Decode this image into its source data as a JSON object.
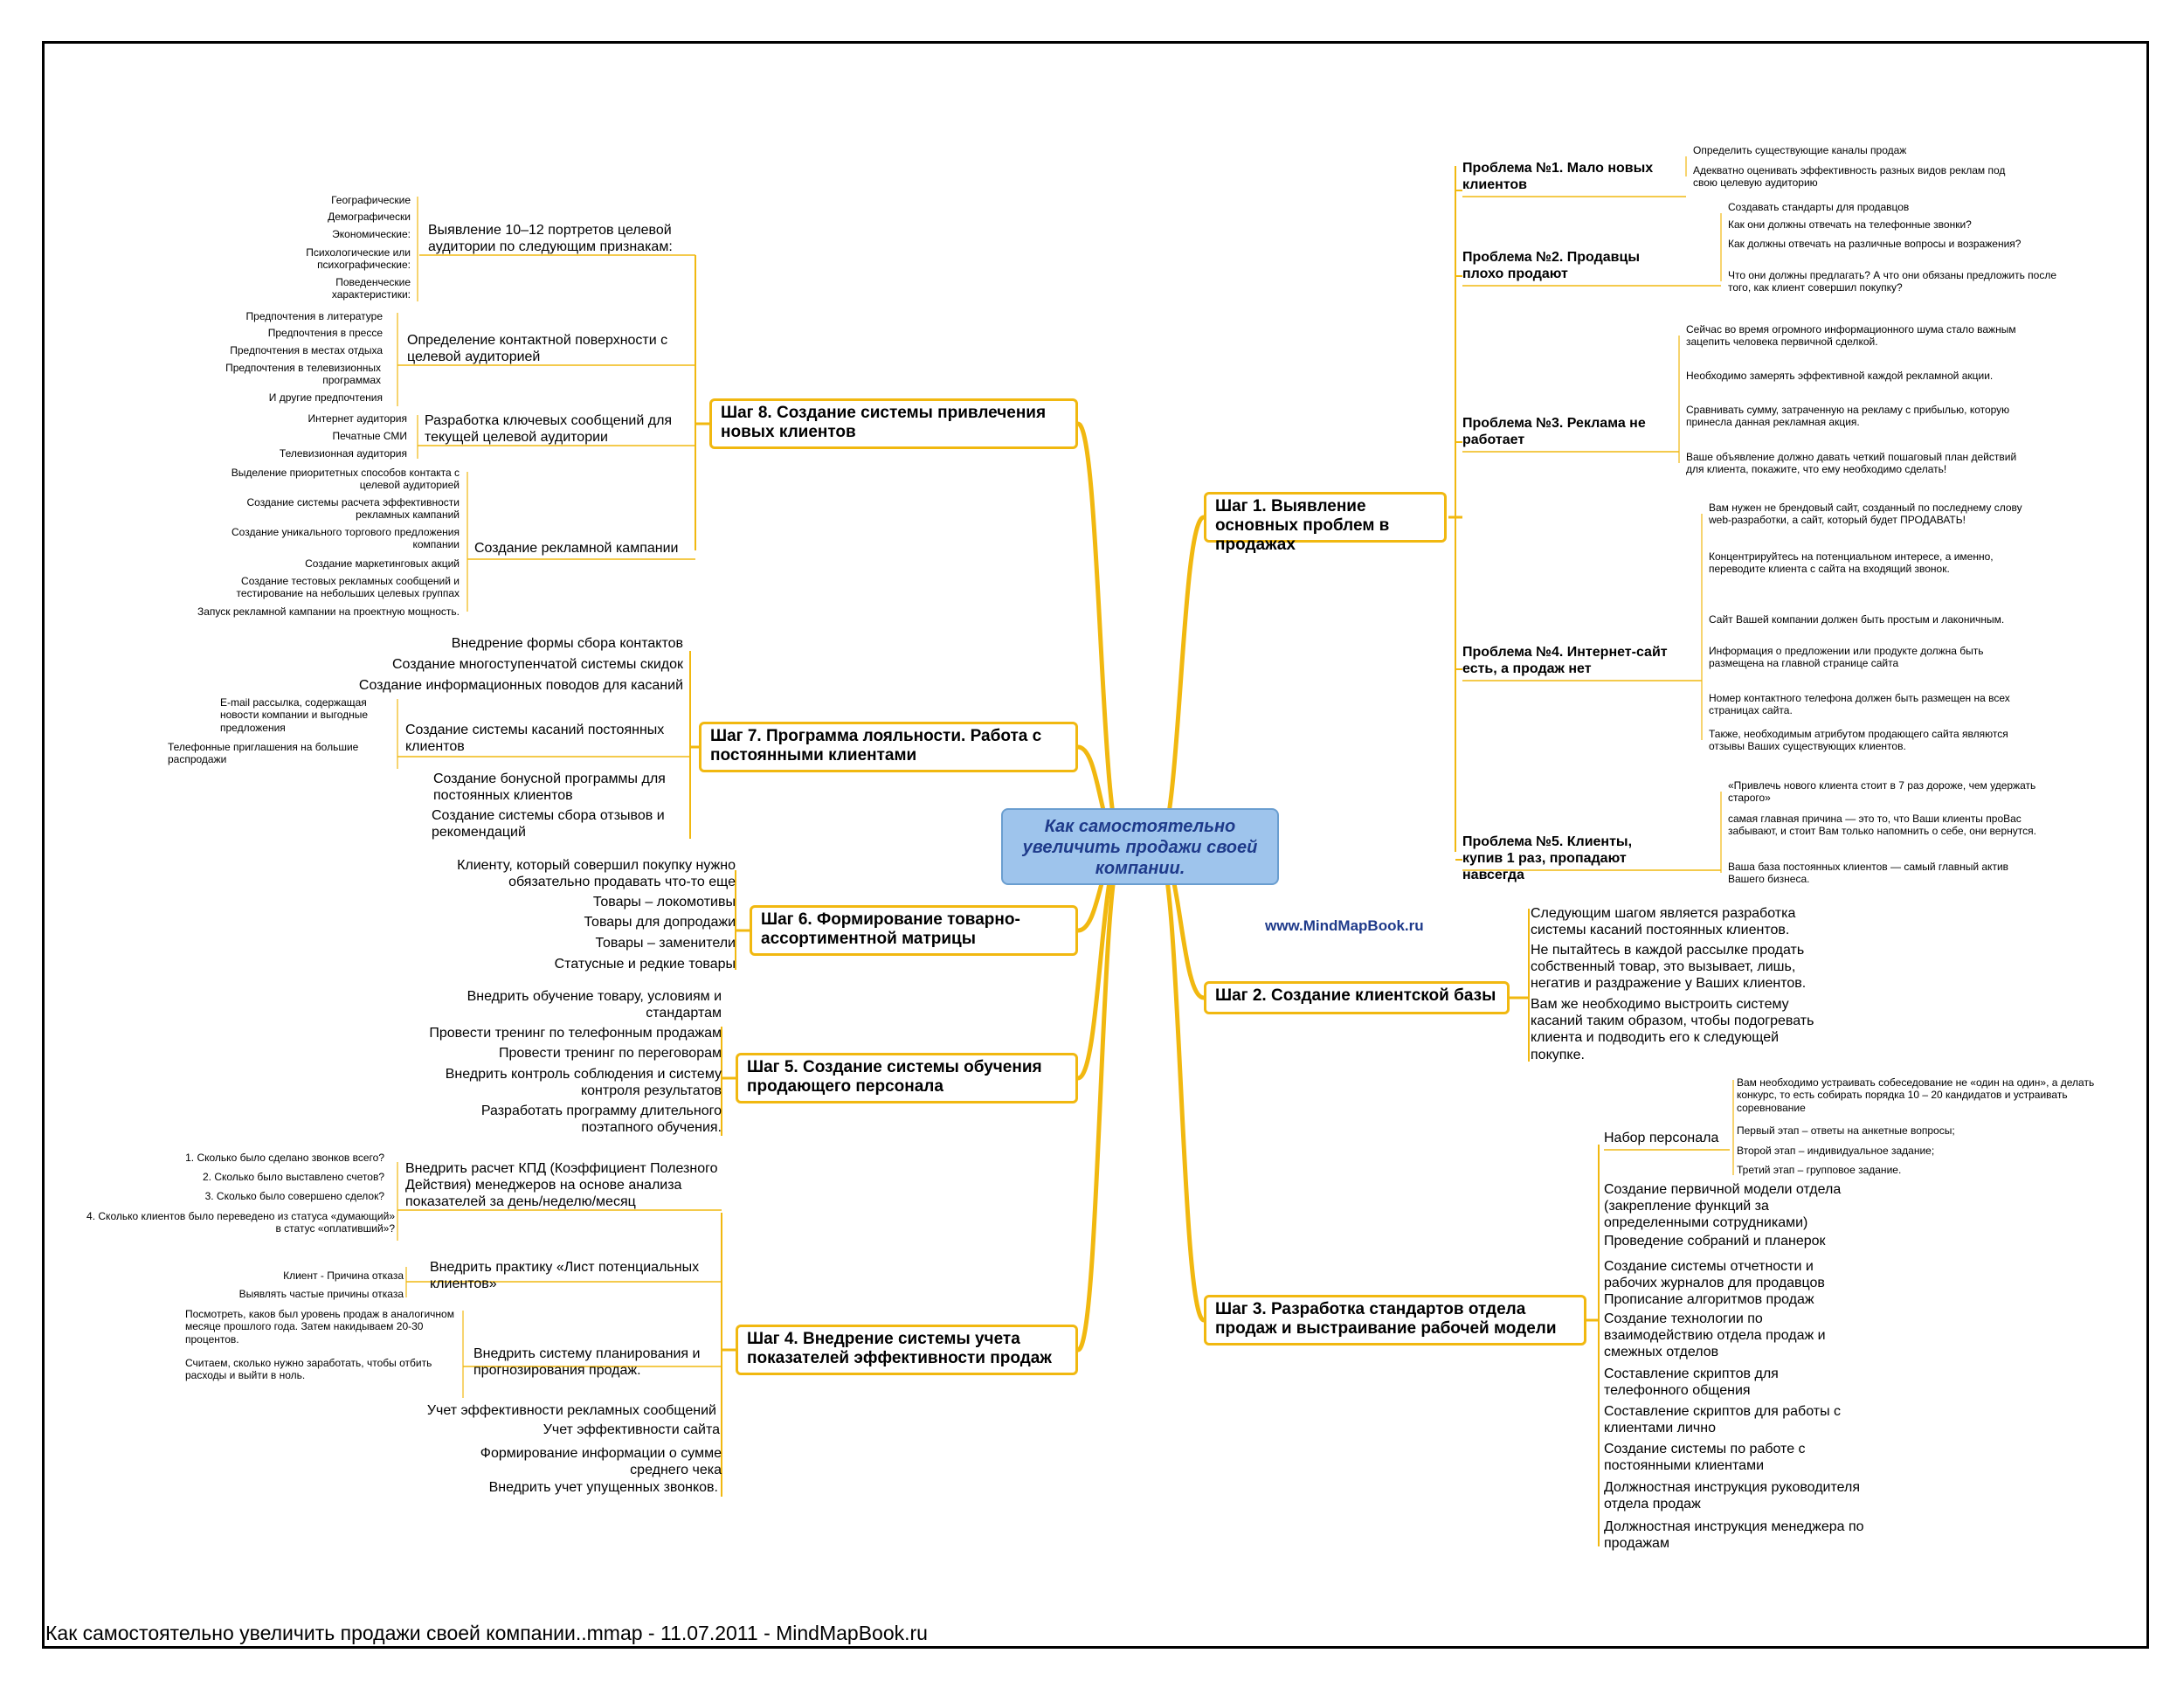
{
  "center": "Как самостоятельно увеличить продажи своей компании.",
  "site": "www.MindMapBook.ru",
  "footer": "Как самостоятельно увеличить продажи своей компании..mmap - 11.07.2011 - MindMapBook.ru",
  "steps": {
    "s1": "Шаг 1. Выявление основных проблем в продажах",
    "s2": "Шаг 2. Создание клиентской базы",
    "s3": "Шаг 3. Разработка стандартов отдела продаж и выстраивание рабочей модели",
    "s4": "Шаг 4. Внедрение системы учета показателей эффективности продаж",
    "s5": "Шаг 5. Создание системы обучения продающего персонала",
    "s6": "Шаг 6. Формирование товарно-ассортиментной матрицы",
    "s7": "Шаг 7. Программа лояльности. Работа с постоянными клиентами",
    "s8": "Шаг 8. Создание системы привлечения новых клиентов"
  },
  "step1": {
    "p1": {
      "title": "Проблема №1. Мало новых клиентов",
      "items": [
        "Определить существующие каналы продаж",
        "Адекватно оценивать эффективность разных видов реклам под свою целевую аудиторию"
      ]
    },
    "p2": {
      "title": "Проблема №2. Продавцы плохо продают",
      "items": [
        "Создавать стандарты для продавцов",
        "Как они должны отвечать на телефонные звонки?",
        "Как должны отвечать на различные вопросы и возражения?",
        "Что они должны предлагать? А что они обязаны предложить после того, как клиент совершил покупку?"
      ]
    },
    "p3": {
      "title": "Проблема №3. Реклама не работает",
      "items": [
        "Сейчас во время огромного информационного шума стало важным зацепить человека первичной сделкой.",
        "Необходимо замерять эффективной каждой рекламной акции.",
        "Сравнивать сумму, затраченную на рекламу с прибылью, которую принесла данная рекламная акция.",
        "Ваше объявление должно давать четкий пошаговый план действий для клиента, покажите, что ему необходимо сделать!"
      ]
    },
    "p4": {
      "title": "Проблема №4. Интернет-сайт есть, а продаж нет",
      "items": [
        "Вам нужен не брендовый сайт, созданный по последнему слову web-разработки, а сайт, который будет ПРОДАВАТЬ!",
        "Концентрируйтесь на потенциальном интересе, а именно, переводите клиента с сайта на входящий звонок.",
        "Сайт Вашей компании должен быть простым и лаконичным.",
        "Информация о предложении или продукте должна быть размещена на главной странице сайта",
        "Номер контактного телефона должен быть размещен на всех страницах сайта.",
        "Также, необходимым атрибутом продающего сайта являются отзывы Ваших существующих клиентов."
      ]
    },
    "p5": {
      "title": "Проблема №5. Клиенты, купив 1 раз, пропадают навсегда",
      "items": [
        "«Привлечь нового клиента стоит в 7 раз дороже, чем удержать старого»",
        "самая главная причина — это то, что Ваши клиенты проВас забывают, и стоит Вам только напомнить о себе, они вернутся.",
        "Ваша база постоянных клиентов — самый главный актив Вашего бизнеса."
      ]
    }
  },
  "step2": [
    "Следующим шагом является разработка системы касаний постоянных клиентов.",
    "Не пытайтесь в каждой рассылке продать собственный товар, это вызывает, лишь, негатив и раздражение у Ваших клиентов.",
    "Вам же необходимо выстроить систему касаний таким образом, чтобы подогревать клиента и подводить его к следующей покупке."
  ],
  "step3": {
    "hire": "Набор персонала",
    "hire_items": [
      "Вам необходимо устраивать собеседование не «один на один», а делать конкурс, то есть собирать порядка 10 – 20 кандидатов и устраивать соревнование",
      "Первый этап – ответы на анкетные вопросы;",
      "Второй этап – индивидуальное задание;",
      "Третий этап – групповое задание."
    ],
    "items": [
      "Создание первичной модели отдела (закрепление функций за определенными сотрудниками)",
      "Проведение собраний и планерок",
      "Создание системы отчетности и рабочих журналов для продавцов",
      "Прописание алгоритмов продаж",
      "Создание технологии по взаимодействию отдела продаж и смежных отделов",
      "Составление скриптов для телефонного общения",
      "Составление скриптов для работы с клиентами лично",
      "Создание системы по работе с постоянными клиентами",
      "Должностная инструкция руководителя отдела продаж",
      "Должностная инструкция менеджера по продажам"
    ]
  },
  "step4": {
    "kpd": "Внедрить расчет КПД (Коэффициент Полезного Действия) менеджеров на основе анализа показателей за день/неделю/месяц",
    "kpd_items": [
      "1. Сколько было сделано звонков всего?",
      "2. Сколько было выставлено счетов?",
      "3. Сколько было совершено сделок?",
      "4. Сколько клиентов было переведено из статуса «думающий» в статус «оплативший»?"
    ],
    "list": "Внедрить практику «Лист потенциальных клиентов»",
    "list_items": [
      "Клиент - Причина отказа",
      "Выявлять частые причины отказа"
    ],
    "plan": "Внедрить систему планирования и прогнозирования продаж.",
    "plan_items": [
      "Посмотреть, каков был уровень продаж в аналогичном месяце прошлого года. Затем накидываем 20-30 процентов.",
      "Считаем, сколько нужно заработать, чтобы отбить расходы и выйти в ноль."
    ],
    "items": [
      "Учет эффективности рекламных сообщений",
      "Учет эффективности сайта",
      "Формирование информации о сумме среднего чека",
      "Внедрить учет упущенных звонков."
    ]
  },
  "step5": [
    "Внедрить обучение товару, условиям и стандартам",
    "Провести тренинг по телефонным продажам",
    "Провести тренинг по переговорам",
    "Внедрить контроль соблюдения и систему контроля результатов",
    "Разработать программу длительного поэтапного обучения."
  ],
  "step6": [
    "Клиенту, который совершил покупку нужно обязательно продавать что-то еще",
    "Товары – локомотивы",
    "Товары для допродажи",
    "Товары – заменители",
    "Статусные и редкие товары"
  ],
  "step7": {
    "items": [
      "Внедрение формы сбора контактов",
      "Создание многоступенчатой системы скидок",
      "Создание информационных поводов для касаний"
    ],
    "touch": "Создание системы касаний постоянных клиентов",
    "touch_items": [
      "E-mail рассылка, содержащая новости компании и выгодные предложения",
      "Телефонные приглашения на большие распродажи"
    ],
    "items2": [
      "Создание бонусной программы для постоянных клиентов",
      "Создание системы сбора отзывов и рекомендаций"
    ]
  },
  "step8": {
    "portrait": "Выявление 10–12 портретов целевой аудитории по следующим признакам:",
    "portrait_items": [
      "Географические",
      "Демографически",
      "Экономические:",
      "Психологические или психографические:",
      "Поведенческие характеристики:"
    ],
    "contact": "Определение контактной поверхности с целевой аудиторией",
    "contact_items": [
      "Предпочтения в литературе",
      "Предпочтения в прессе",
      "Предпочтения в местах отдыха",
      "Предпочтения в телевизионных программах",
      "И другие предпочтения"
    ],
    "messages": "Разработка ключевых сообщений для текущей целевой аудитории",
    "messages_items": [
      "Интернет аудитория",
      "Печатные СМИ",
      "Телевизионная аудитория"
    ],
    "campaign": "Создание рекламной кампании",
    "campaign_items": [
      "Выделение приоритетных способов контакта с целевой аудиторией",
      "Создание системы расчета эффективности рекламных кампаний",
      "Создание уникального торгового предложения компании",
      "Создание маркетинговых акций",
      "Создание тестовых рекламных сообщений и тестирование на небольших целевых группах",
      "Запуск рекламной кампании на проектную мощность."
    ]
  }
}
